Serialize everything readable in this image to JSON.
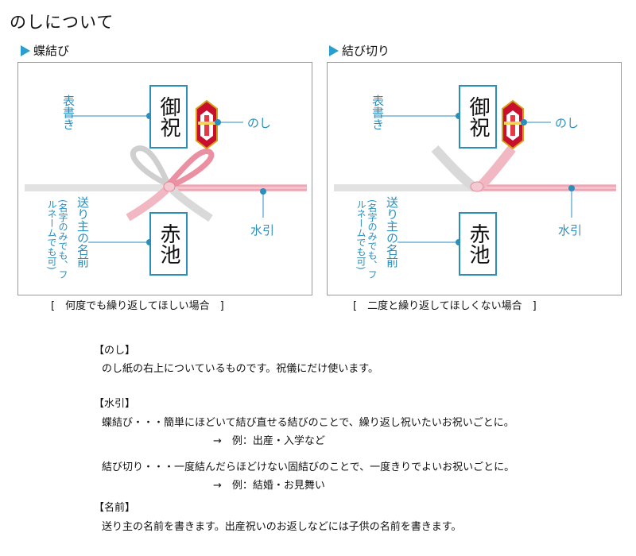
{
  "title": "のしについて",
  "left": {
    "heading": "蝶結び",
    "omotegaki_box": "御祝",
    "omotegaki_label": "表書き",
    "noshi_label": "のし",
    "mizuhiki_label": "水引",
    "name_box": "赤池",
    "name_label": "送り主の名前",
    "name_note": "(名字のみでも、フルネームでも可)",
    "caption": "[　何度でも繰り返してほしい場合　]"
  },
  "right": {
    "heading": "結び切り",
    "omotegaki_box": "御祝",
    "omotegaki_label": "表書き",
    "noshi_label": "のし",
    "mizuhiki_label": "水引",
    "name_box": "赤池",
    "name_label": "送り主の名前",
    "name_note": "(名字のみでも、フルネームでも可)",
    "caption": "[　二度と繰り返してほしくない場合　]"
  },
  "colors": {
    "accent": "#2a8fbd",
    "mizuhiki_red": "#e8a0ae",
    "mizuhiki_white": "#e6e6e6"
  },
  "explanations": {
    "noshi_head": "【のし】",
    "noshi_text": "のし紙の右上についているものです。祝儀にだけ使います。",
    "mizuhiki_head": "【水引】",
    "chou_text": "蝶結び・・・簡単にほどいて結び直せる結びのことで、繰り返し祝いたいお祝いごとに。",
    "chou_example": "→　例：出産・入学など",
    "kiri_text": "結び切り・・・一度結んだらほどけない固結びのことで、一度きりでよいお祝いごとに。",
    "kiri_example": "→　例：結婚・お見舞い",
    "namae_head": "【名前】",
    "namae_text": "送り主の名前を書きます。出産祝いのお返しなどには子供の名前を書きます。"
  }
}
